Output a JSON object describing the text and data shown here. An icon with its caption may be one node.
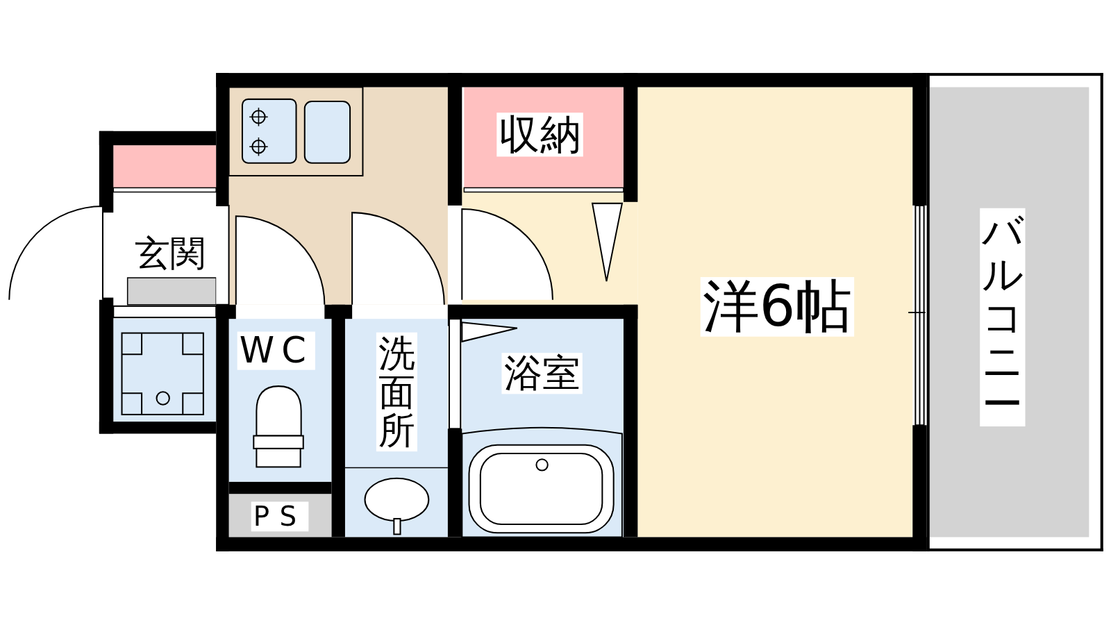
{
  "diagram": {
    "nodes": [
      {
        "text": [
          "収納"
        ]
      },
      {
        "text": [
          "玄関"
        ]
      },
      {
        "text": [
          "洋6帖"
        ]
      },
      {
        "text": [
          "バルコニー"
        ]
      },
      {
        "text": [
          "WC"
        ]
      },
      {
        "text": [
          "洗面所"
        ]
      },
      {
        "text": [
          "浴室"
        ]
      },
      {
        "text": [
          "PS"
        ]
      }
    ]
  }
}
